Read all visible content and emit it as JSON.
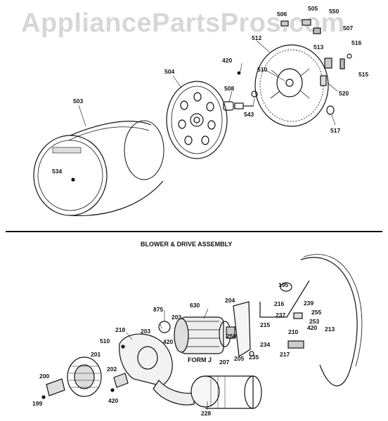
{
  "watermark": "AppliancePartsPros.com",
  "section_title": "BLOWER & DRIVE ASSEMBLY",
  "form_label": "FORM J",
  "callouts": {
    "c503": "503",
    "c504": "504",
    "c534": "534",
    "c420a": "420",
    "c508": "508",
    "c543": "543",
    "c506": "506",
    "c505": "505",
    "c550": "550",
    "c507": "507",
    "c512": "512",
    "c513": "513",
    "c516": "516",
    "c510a": "510",
    "c515": "515",
    "c520": "520",
    "c517": "517",
    "c195": "195",
    "c216": "216",
    "c239": "239",
    "c255": "255",
    "c237": "237",
    "c253": "253",
    "c210": "210",
    "c420b": "420",
    "c213": "213",
    "c204": "204",
    "c630": "630",
    "c875": "875",
    "c203a": "203",
    "c203b": "203",
    "c420c": "420",
    "c218": "218",
    "c250": "250",
    "c215": "215",
    "c234": "234",
    "c207": "207",
    "c205": "205",
    "c235": "235",
    "c217": "217",
    "c201": "201",
    "c510b": "510",
    "c202": "202",
    "c200": "200",
    "c199": "199",
    "c420d": "420",
    "c228": "228"
  }
}
